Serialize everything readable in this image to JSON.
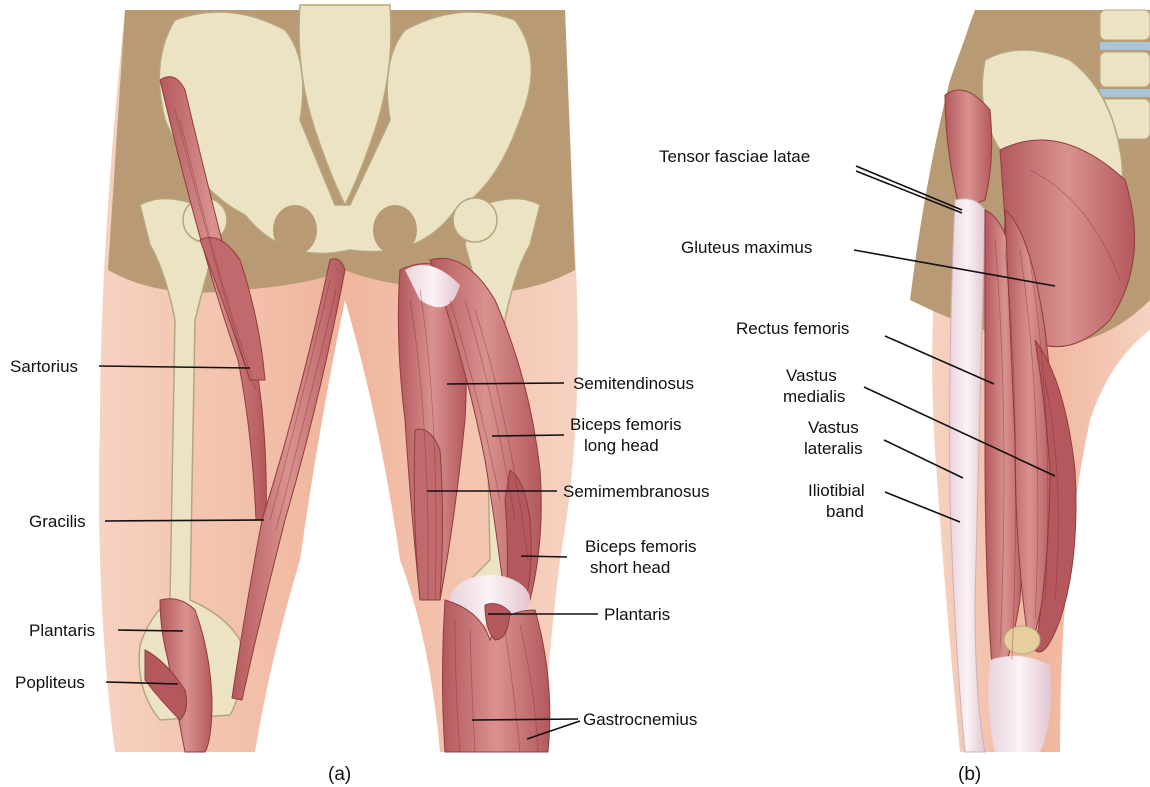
{
  "panel_a": {
    "caption": "(a)",
    "labels": {
      "sartorius": "Sartorius",
      "gracilis": "Gracilis",
      "plantaris_left": "Plantaris",
      "popliteus": "Popliteus",
      "semitendinosus": "Semitendinosus",
      "biceps_long_1": "Biceps femoris",
      "biceps_long_2": "long head",
      "semimembranosus": "Semimembranosus",
      "biceps_short_1": "Biceps femoris",
      "biceps_short_2": "short head",
      "plantaris_right": "Plantaris",
      "gastrocnemius": "Gastrocnemius"
    }
  },
  "panel_b": {
    "caption": "(b)",
    "labels": {
      "tensor": "Tensor fasciae latae",
      "gluteus": "Gluteus maximus",
      "rectus": "Rectus femoris",
      "vastus_med_1": "Vastus",
      "vastus_med_2": "medialis",
      "vastus_lat_1": "Vastus",
      "vastus_lat_2": "lateralis",
      "iliotibial_1": "Iliotibial",
      "iliotibial_2": "band"
    }
  },
  "colors": {
    "skin": "#f2b9a0",
    "shorts": "#b89a74",
    "bone": "#ece3c4",
    "muscle": "#c9787a",
    "tendon": "#efe4ea"
  }
}
